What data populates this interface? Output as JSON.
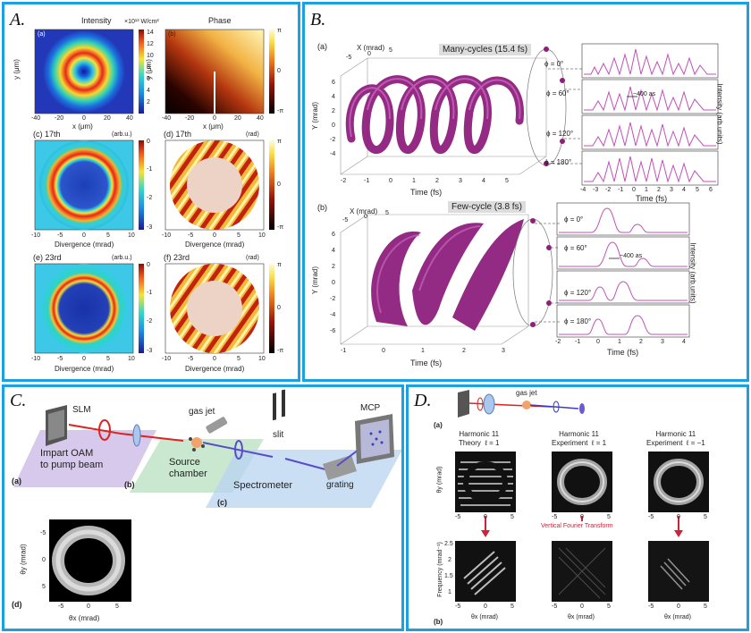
{
  "panels": {
    "A": {
      "letter": "A.",
      "top_left_title": "Intensity",
      "top_right_title": "Phase",
      "sub_a": "(a)",
      "sub_b": "(b)",
      "sub_c": "(c) 17th",
      "sub_d": "(d) 17th",
      "sub_e": "(e) 23rd",
      "sub_f": "(f) 23rd",
      "unit_intensity": "×10¹³ W/cm²",
      "unit_arbu": "(arb.u.)",
      "unit_rad": "(rad)",
      "xlabel_um": "x (μm)",
      "ylabel_um": "y (μm)",
      "xlabel_div": "Divergence (mrad)",
      "int_ticks": [
        "14",
        "12",
        "10",
        "8",
        "6",
        "4",
        "2"
      ],
      "phase_ticks": [
        "π",
        "0",
        "-π"
      ],
      "log_ticks": [
        "0",
        "-1",
        "-2",
        "-3"
      ],
      "um_ticks": [
        "-40",
        "-20",
        "0",
        "20",
        "40"
      ],
      "div_ticks": [
        "-10",
        "-5",
        "0",
        "5",
        "10"
      ]
    },
    "B": {
      "letter": "B.",
      "sub_a": "(a)",
      "sub_b": "(b)",
      "title_many": "Many-cycles (15.4 fs)",
      "title_few": "Few-cycle (3.8 fs)",
      "xmrad": "X (mrad)",
      "ymrad": "Y (mrad)",
      "time_fs": "Time (fs)",
      "intensity": "Intensity (arb.units)",
      "phi": [
        "ϕ = 0°",
        "ϕ = 60°",
        "ϕ = 120°",
        "ϕ = 180°"
      ],
      "as_label": "~400 as",
      "many_time_ticks": [
        "-4",
        "-3",
        "-2",
        "-1",
        "0",
        "1",
        "2",
        "3",
        "4",
        "5",
        "6"
      ],
      "few_time_ticks": [
        "-2",
        "-1",
        "0",
        "1",
        "2",
        "3",
        "4"
      ],
      "helix_t_many": [
        "-2",
        "-1",
        "0",
        "1",
        "2",
        "3",
        "4",
        "5"
      ],
      "helix_t_few": [
        "-1",
        "0",
        "1",
        "2",
        "3"
      ],
      "y_ticks": [
        "6",
        "4",
        "2",
        "0",
        "-2",
        "-4",
        "-6"
      ],
      "x_ticks_many": [
        "-5",
        "0",
        "5"
      ],
      "x_ticks_few": [
        "-5",
        "0",
        "5"
      ]
    },
    "C": {
      "letter": "C.",
      "slm": "SLM",
      "gas": "gas jet",
      "slit": "slit",
      "mcp": "MCP",
      "grating": "grating",
      "impart": "Impart OAM\nto pump beam",
      "source": "Source\nchamber",
      "spectrometer": "Spectrometer",
      "sub_a": "(a)",
      "sub_b": "(b)",
      "sub_c": "(c)",
      "sub_d": "(d)",
      "thy": "θy (mrad)",
      "thx": "θx (mrad)",
      "ticks": [
        "-5",
        "0",
        "5"
      ]
    },
    "D": {
      "letter": "D.",
      "sub_a": "(a)",
      "sub_b": "(b)",
      "gas": "gas jet",
      "col1": "Harmonic 11\nTheory  ℓ = 1",
      "col2": "Harmonic 11\nExperiment  ℓ = 1",
      "col3": "Harmonic 11\nExperiment  ℓ = −1",
      "vft": "Vertical Fourier Transform",
      "thy": "θy (mrad)",
      "thx": "θx (mrad)",
      "freq": "Frequency (mrad⁻¹)",
      "ticks": [
        "-5",
        "0",
        "5"
      ],
      "freq_ticks": [
        "2.5",
        "2",
        "1.5",
        "1"
      ]
    }
  },
  "colors": {
    "border": "#1ba0e1",
    "helix": "#8e1f7d",
    "trace": "#c050b8",
    "arrow": "#c8253a"
  }
}
